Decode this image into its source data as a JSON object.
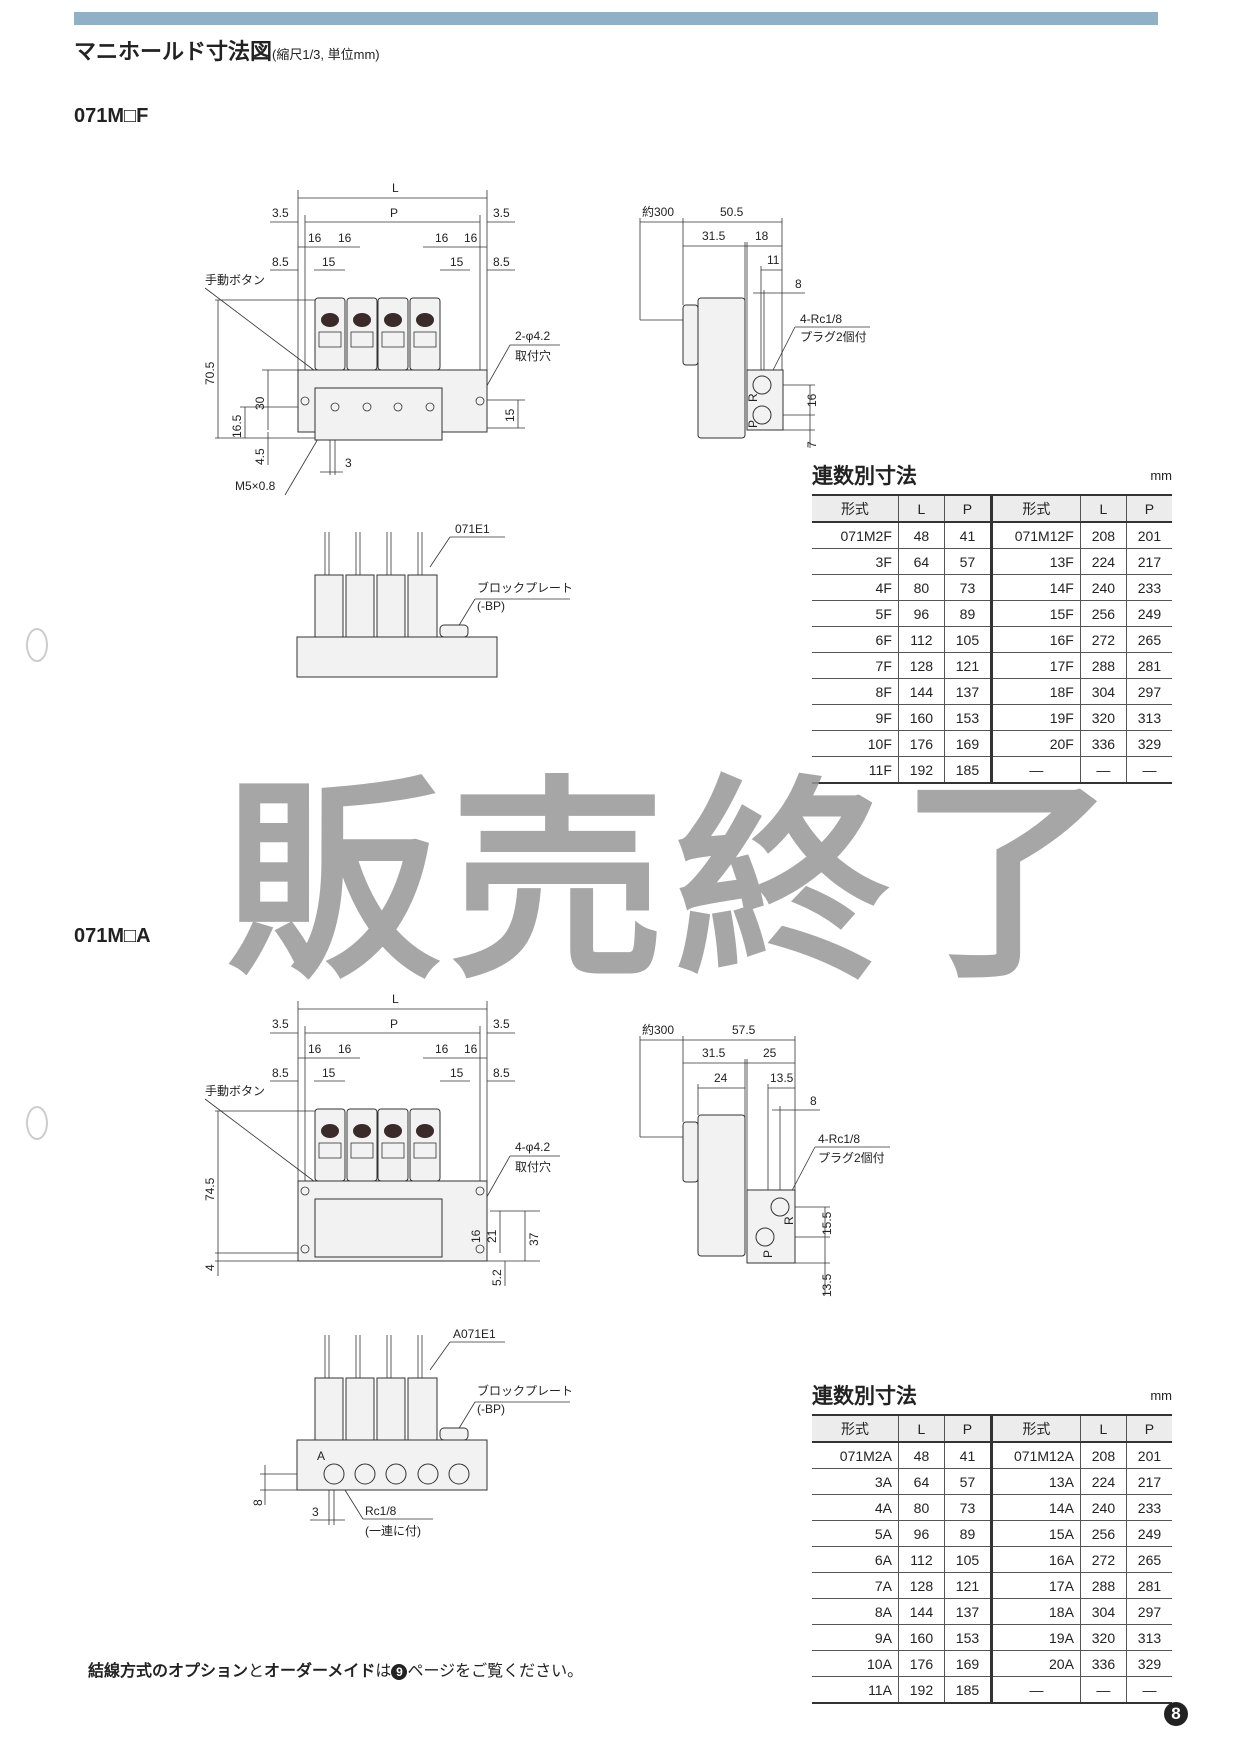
{
  "header": {
    "title": "マニホールド寸法図",
    "subtitle": "(縮尺1/3, 単位mm)"
  },
  "watermark": "販売終了",
  "sections": [
    {
      "model": "071M□F",
      "front": {
        "L": "L",
        "P": "P",
        "d3_5": "3.5",
        "d16": "16",
        "d15": "15",
        "d8_5": "8.5",
        "manual": "手動ボタン",
        "h1": "70.5",
        "h2": "30",
        "h3": "16.5",
        "h4": "4.5",
        "h5": "15",
        "hole1": "2-φ4.2",
        "hole2": "取付穴",
        "port": "M5×0.8",
        "d3": "3"
      },
      "side": {
        "wire": "約300",
        "total": "50.5",
        "a": "31.5",
        "b": "18",
        "c": "11",
        "d": "8",
        "port1": "4-Rc1/8",
        "port2": "プラグ2個付",
        "v1": "16",
        "v2": "7",
        "R": "R",
        "Pp": "P"
      },
      "bottom": {
        "valve": "071E1",
        "bp1": "ブロックプレート",
        "bp2": "(-BP)"
      },
      "table": {
        "title": "連数別寸法",
        "unit": "mm",
        "headers": [
          "形式",
          "L",
          "P",
          "形式",
          "L",
          "P"
        ],
        "rows": [
          [
            "071M2F",
            "48",
            "41",
            "071M12F",
            "208",
            "201"
          ],
          [
            "3F",
            "64",
            "57",
            "13F",
            "224",
            "217"
          ],
          [
            "4F",
            "80",
            "73",
            "14F",
            "240",
            "233"
          ],
          [
            "5F",
            "96",
            "89",
            "15F",
            "256",
            "249"
          ],
          [
            "6F",
            "112",
            "105",
            "16F",
            "272",
            "265"
          ],
          [
            "7F",
            "128",
            "121",
            "17F",
            "288",
            "281"
          ],
          [
            "8F",
            "144",
            "137",
            "18F",
            "304",
            "297"
          ],
          [
            "9F",
            "160",
            "153",
            "19F",
            "320",
            "313"
          ],
          [
            "10F",
            "176",
            "169",
            "20F",
            "336",
            "329"
          ],
          [
            "11F",
            "192",
            "185",
            "—",
            "—",
            "—"
          ]
        ]
      }
    },
    {
      "model": "071M□A",
      "front": {
        "L": "L",
        "P": "P",
        "d3_5": "3.5",
        "d16": "16",
        "d15": "15",
        "d8_5": "8.5",
        "manual": "手動ボタン",
        "h1": "74.5",
        "h2": "21",
        "h3": "16",
        "h4": "37",
        "h5": "4",
        "h6": "5.2",
        "hole1": "4-φ4.2",
        "hole2": "取付穴"
      },
      "side": {
        "wire": "約300",
        "total": "57.5",
        "a": "31.5",
        "b": "25",
        "c": "24",
        "d": "13.5",
        "e": "8",
        "port1": "4-Rc1/8",
        "port2": "プラグ2個付",
        "v1": "15.5",
        "v2": "13.5",
        "R": "R",
        "Pp": "P"
      },
      "bottom": {
        "valve": "A071E1",
        "bp1": "ブロックプレート",
        "bp2": "(-BP)",
        "port1": "Rc1/8",
        "port2": "(一連に付)",
        "d8": "8",
        "d3": "3",
        "A": "A"
      },
      "table": {
        "title": "連数別寸法",
        "unit": "mm",
        "headers": [
          "形式",
          "L",
          "P",
          "形式",
          "L",
          "P"
        ],
        "rows": [
          [
            "071M2A",
            "48",
            "41",
            "071M12A",
            "208",
            "201"
          ],
          [
            "3A",
            "64",
            "57",
            "13A",
            "224",
            "217"
          ],
          [
            "4A",
            "80",
            "73",
            "14A",
            "240",
            "233"
          ],
          [
            "5A",
            "96",
            "89",
            "15A",
            "256",
            "249"
          ],
          [
            "6A",
            "112",
            "105",
            "16A",
            "272",
            "265"
          ],
          [
            "7A",
            "128",
            "121",
            "17A",
            "288",
            "281"
          ],
          [
            "8A",
            "144",
            "137",
            "18A",
            "304",
            "297"
          ],
          [
            "9A",
            "160",
            "153",
            "19A",
            "320",
            "313"
          ],
          [
            "10A",
            "176",
            "169",
            "20A",
            "336",
            "329"
          ],
          [
            "11A",
            "192",
            "185",
            "—",
            "—",
            "—"
          ]
        ]
      }
    }
  ],
  "footer": {
    "p1": "結線方式の",
    "p2": "オプション",
    "p3": "と",
    "p4": "オーダーメイド",
    "p5": "は",
    "p6": "ページをご覧ください。",
    "ref": "9",
    "page": "8"
  }
}
